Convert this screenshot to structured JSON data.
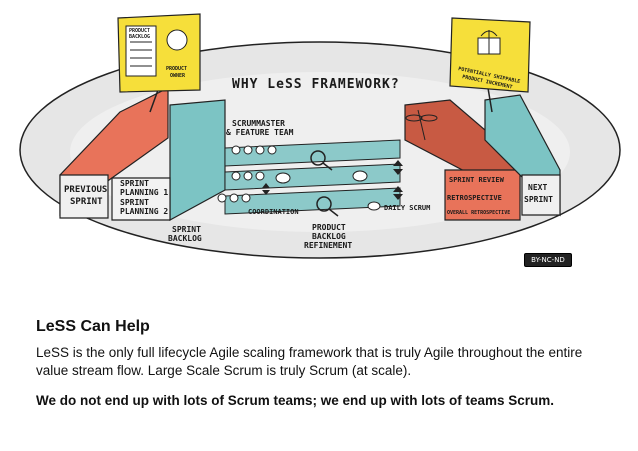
{
  "diagram": {
    "title": "WHY LeSS FRAMEWORK?",
    "labels": {
      "previous_sprint_1": "PREVIOUS",
      "previous_sprint_2": "SPRINT",
      "sprint_planning_1a": "SPRINT",
      "sprint_planning_1b": "PLANNING 1",
      "sprint_planning_2a": "SPRINT",
      "sprint_planning_2b": "PLANNING 2",
      "scrummaster_1": "SCRUMMASTER",
      "scrummaster_2": "& FEATURE TEAM",
      "coordination": "COORDINATION",
      "daily_scrum": "DAILY SCRUM",
      "sprint_backlog_1": "SPRINT",
      "sprint_backlog_2": "BACKLOG",
      "pbr_1": "PRODUCT",
      "pbr_2": "BACKLOG",
      "pbr_3": "REFINEMENT",
      "sprint_review": "SPRINT REVIEW",
      "retrospective": "RETROSPECTIVE",
      "overall_retro": "OVERALL RETROSPECTIVE",
      "next_sprint_1": "NEXT",
      "next_sprint_2": "SPRINT",
      "product_backlog_1": "PRODUCT",
      "product_backlog_2": "BACKLOG",
      "product_owner_1": "PRODUCT",
      "product_owner_2": "OWNER",
      "increment_1": "POTENTIALLY SHIPPABLE",
      "increment_2": "PRODUCT INCREMENT"
    },
    "license": "BY-NC-ND",
    "colors": {
      "coral": "#e8735a",
      "coral_dark": "#c85a43",
      "teal": "#7cc4c4",
      "teal_dark": "#5aa7a8",
      "sticky": "#f6df3a",
      "platform": "#e5e5e5"
    }
  },
  "text": {
    "heading": "LeSS Can Help",
    "paragraph1": "LeSS is the only full lifecycle Agile scaling framework that is truly Agile throughout the entire value stream flow.  Large Scale Scrum is truly Scrum (at scale).",
    "paragraph2": "We do not end up with lots of Scrum teams;  we end up with lots of teams Scrum."
  }
}
